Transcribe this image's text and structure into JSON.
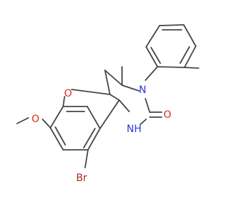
{
  "molecule": {
    "atom_labels": {
      "ring_oxygen": "O",
      "methoxy_oxygen": "O",
      "carbonyl_oxygen": "O",
      "amide_nitrogen": "N",
      "nh_label": "NH",
      "bromine": "Br"
    },
    "colors": {
      "bond": "#454545",
      "oxygen": "#e8231b",
      "nitrogen": "#2d36d6",
      "bromine": "#a52a1a",
      "background": "#ffffff"
    }
  }
}
